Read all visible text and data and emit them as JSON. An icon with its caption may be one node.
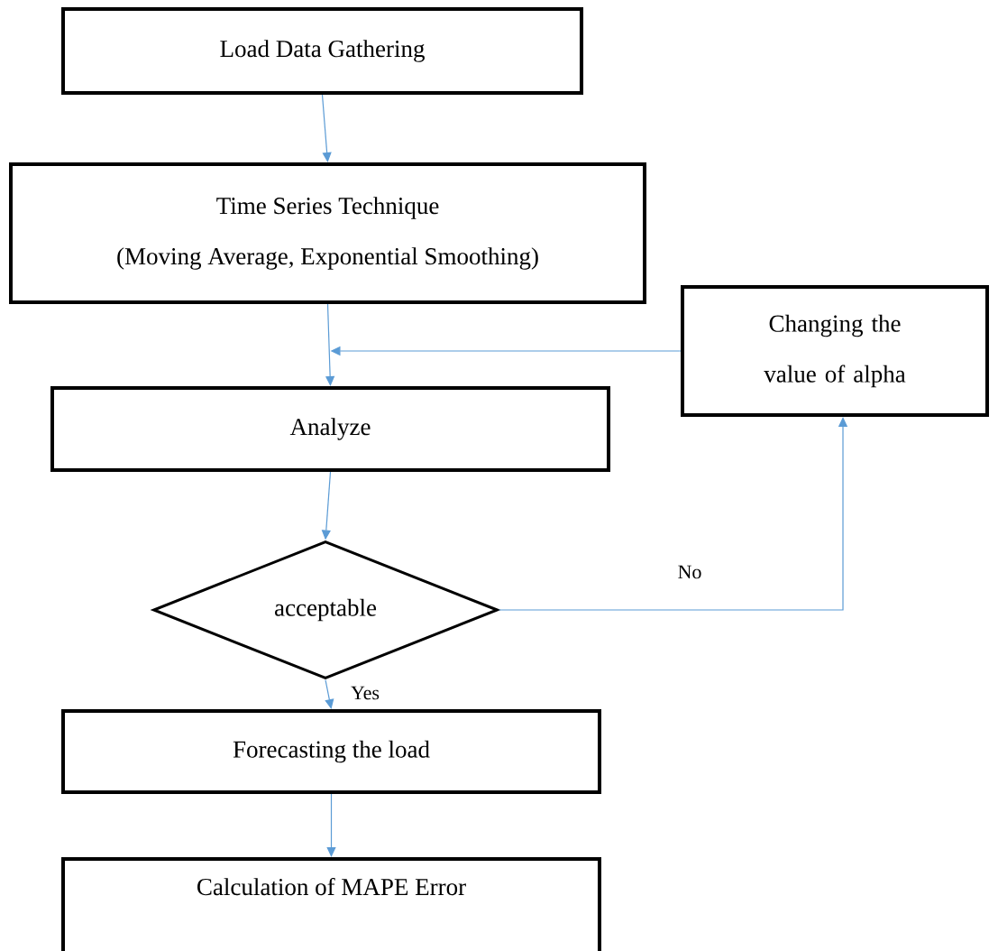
{
  "diagram": {
    "nodes": [
      {
        "text": [
          "Load Data Gathering"
        ]
      },
      {
        "text": [
          "Time Series Technique",
          "(Moving Average, Exponential Smoothing)"
        ]
      },
      {
        "text": [
          "Changing the value of alpha"
        ]
      },
      {
        "text": [
          "Analyze"
        ]
      },
      {
        "text": [
          "acceptable"
        ]
      },
      {
        "text": [
          "Forecasting the load"
        ]
      },
      {
        "text": [
          "Calculation of MAPE Error"
        ]
      }
    ],
    "edges": [
      {
        "from": 0,
        "to": 1,
        "arrow": "to"
      },
      {
        "from": 1,
        "to": 3,
        "arrow": "to"
      },
      {
        "from": 2,
        "to": 3,
        "arrow": "to"
      },
      {
        "from": 3,
        "to": 4,
        "arrow": "to"
      },
      {
        "from": 4,
        "to": 2,
        "arrow": "to",
        "label": "No"
      },
      {
        "from": 4,
        "to": 5,
        "arrow": "to",
        "label": "Yes"
      },
      {
        "from": 5,
        "to": 6,
        "arrow": "to"
      }
    ]
  }
}
